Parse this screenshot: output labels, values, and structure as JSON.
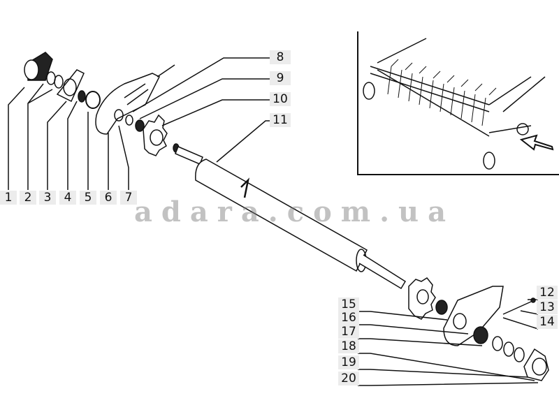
{
  "diagram": {
    "callouts": [
      "1",
      "2",
      "3",
      "4",
      "5",
      "6",
      "7",
      "8",
      "9",
      "10",
      "11",
      "12",
      "13",
      "14",
      "15",
      "16",
      "17",
      "18",
      "19",
      "20"
    ]
  },
  "watermark": "adara.com.ua"
}
